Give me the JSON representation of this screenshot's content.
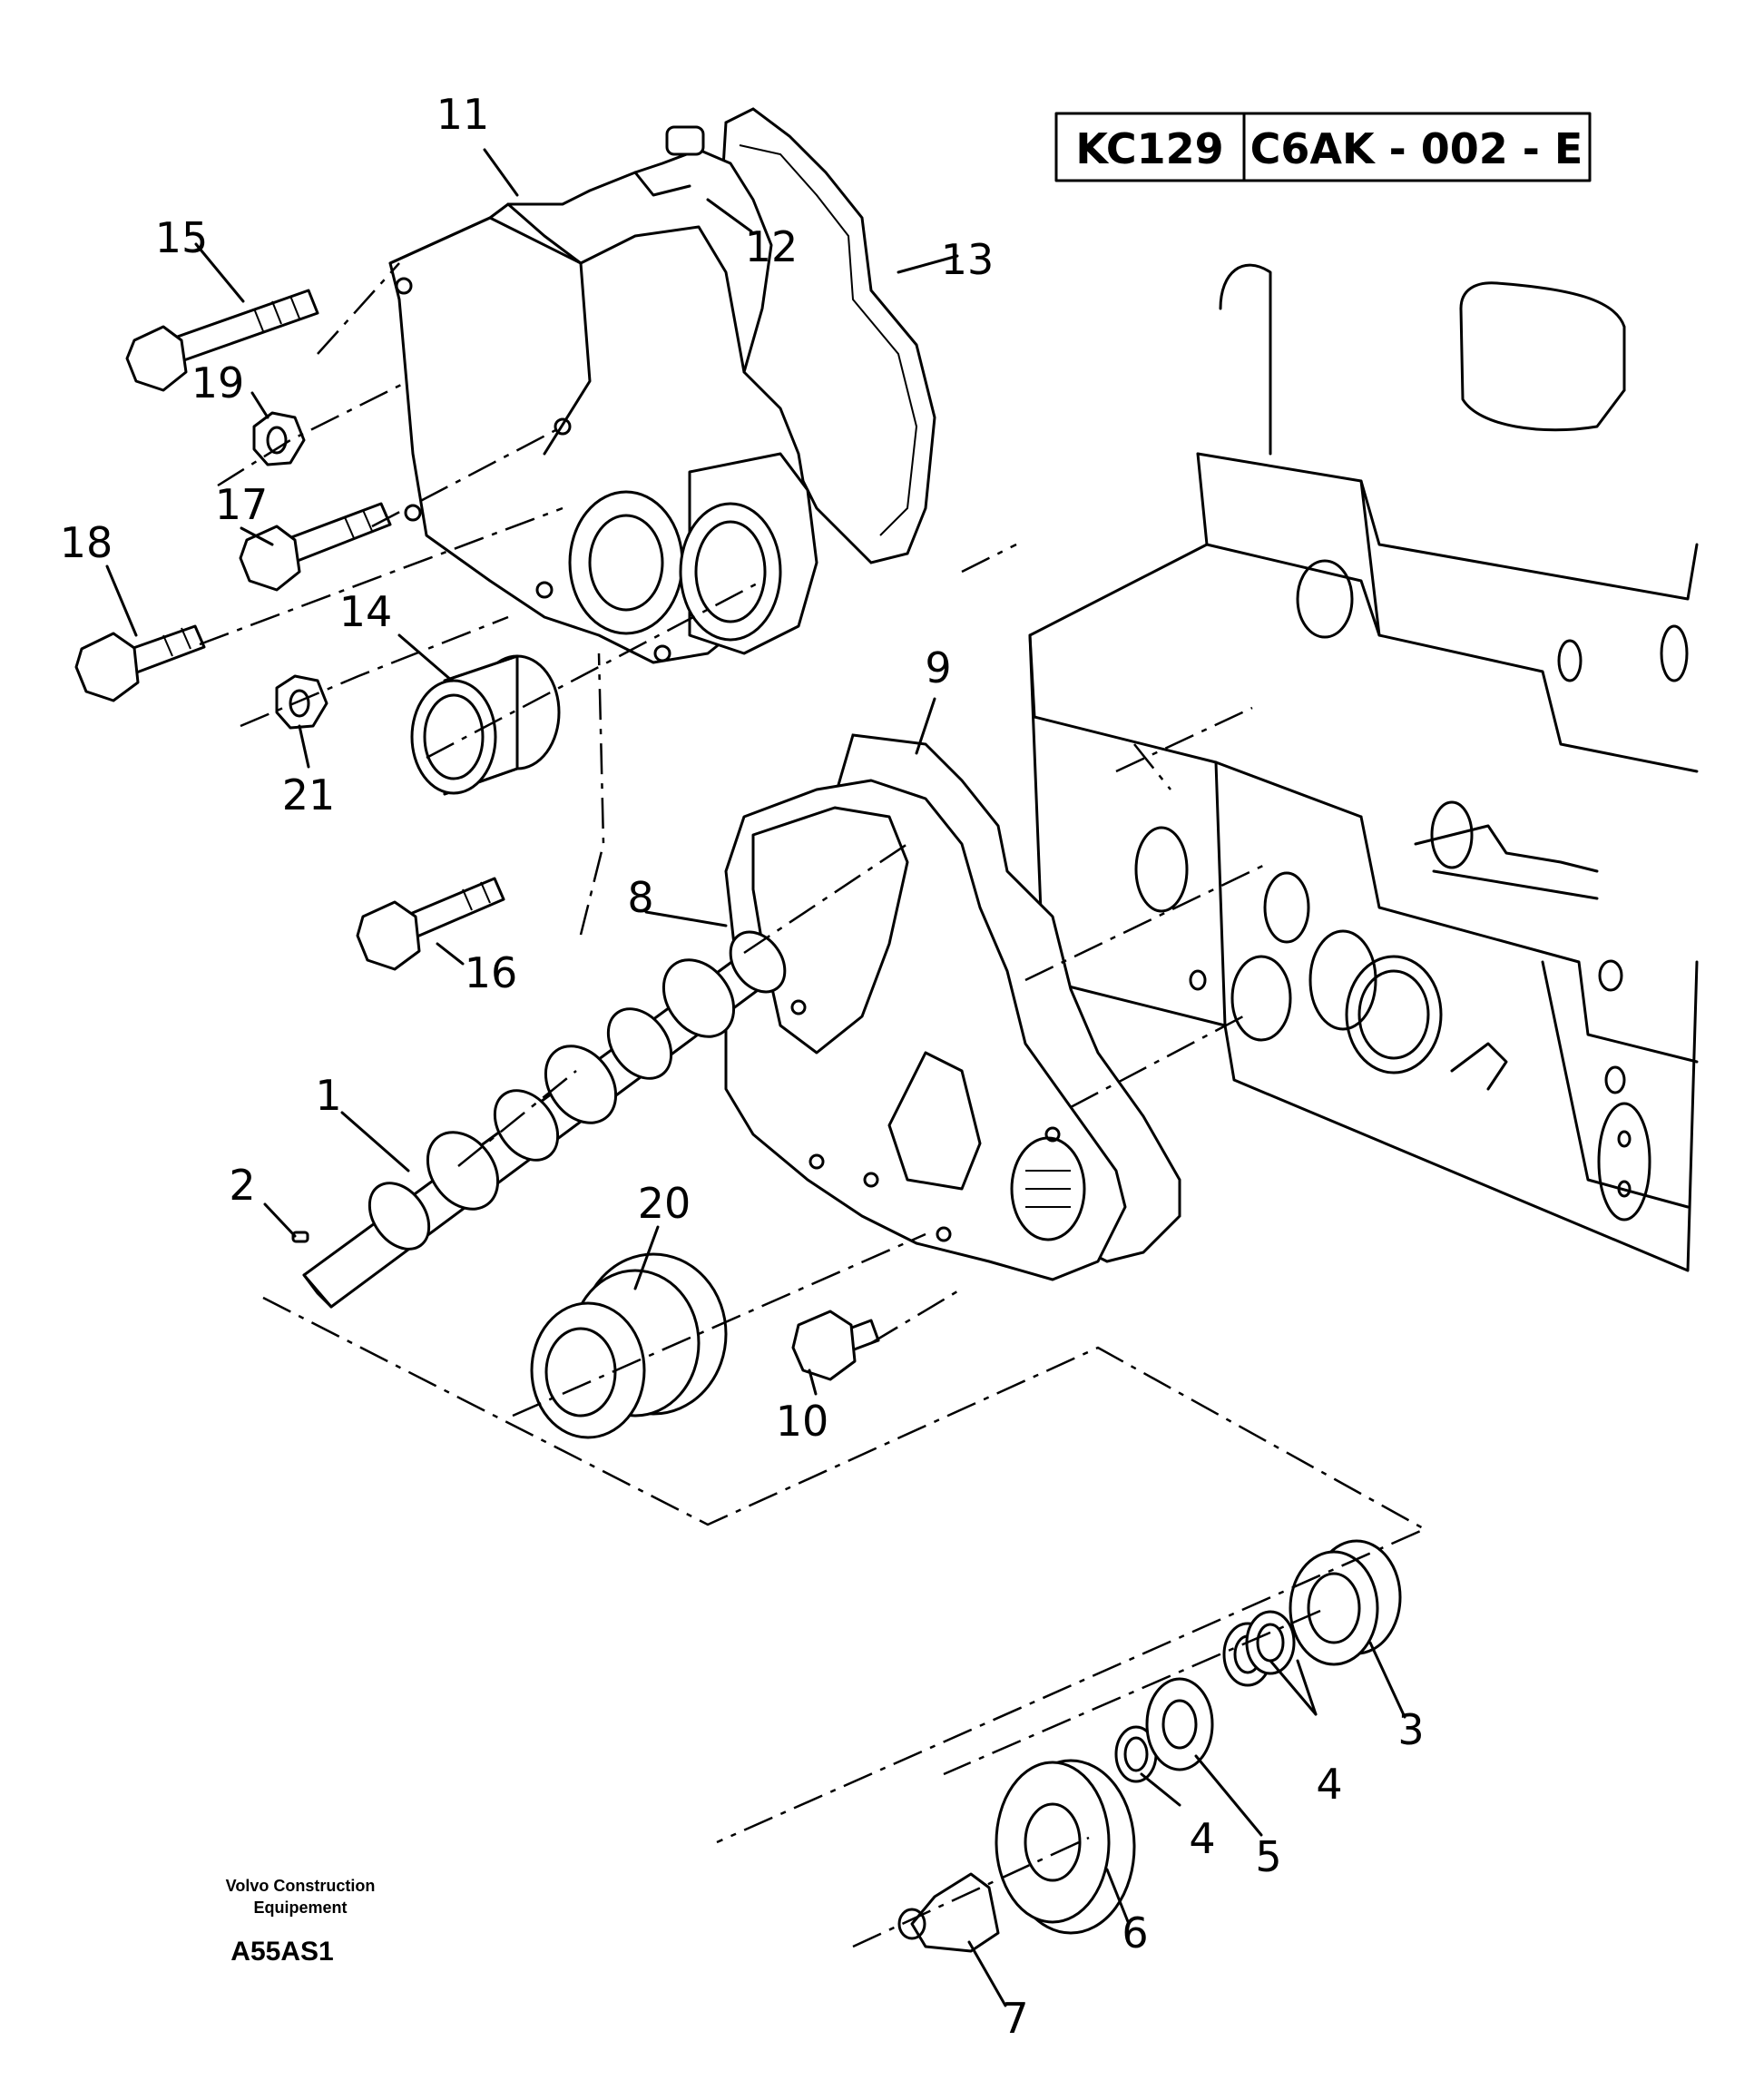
{
  "header": {
    "ref_code": "KC129",
    "doc_code": "C6AK - 002 - E"
  },
  "callouts": [
    {
      "id": "c1",
      "text": "1"
    },
    {
      "id": "c2",
      "text": "2"
    },
    {
      "id": "c3",
      "text": "3"
    },
    {
      "id": "c4a",
      "text": "4"
    },
    {
      "id": "c4b",
      "text": "4"
    },
    {
      "id": "c5",
      "text": "5"
    },
    {
      "id": "c6",
      "text": "6"
    },
    {
      "id": "c7",
      "text": "7"
    },
    {
      "id": "c8",
      "text": "8"
    },
    {
      "id": "c9",
      "text": "9"
    },
    {
      "id": "c10",
      "text": "10"
    },
    {
      "id": "c11",
      "text": "11"
    },
    {
      "id": "c12",
      "text": "12"
    },
    {
      "id": "c13",
      "text": "13"
    },
    {
      "id": "c14",
      "text": "14"
    },
    {
      "id": "c15",
      "text": "15"
    },
    {
      "id": "c16",
      "text": "16"
    },
    {
      "id": "c17",
      "text": "17"
    },
    {
      "id": "c18",
      "text": "18"
    },
    {
      "id": "c19",
      "text": "19"
    },
    {
      "id": "c20",
      "text": "20"
    },
    {
      "id": "c21",
      "text": "21"
    }
  ],
  "footer": {
    "credit_line1": "Volvo Construction",
    "credit_line2": "Equipement",
    "figure_id": "A55AS1"
  }
}
